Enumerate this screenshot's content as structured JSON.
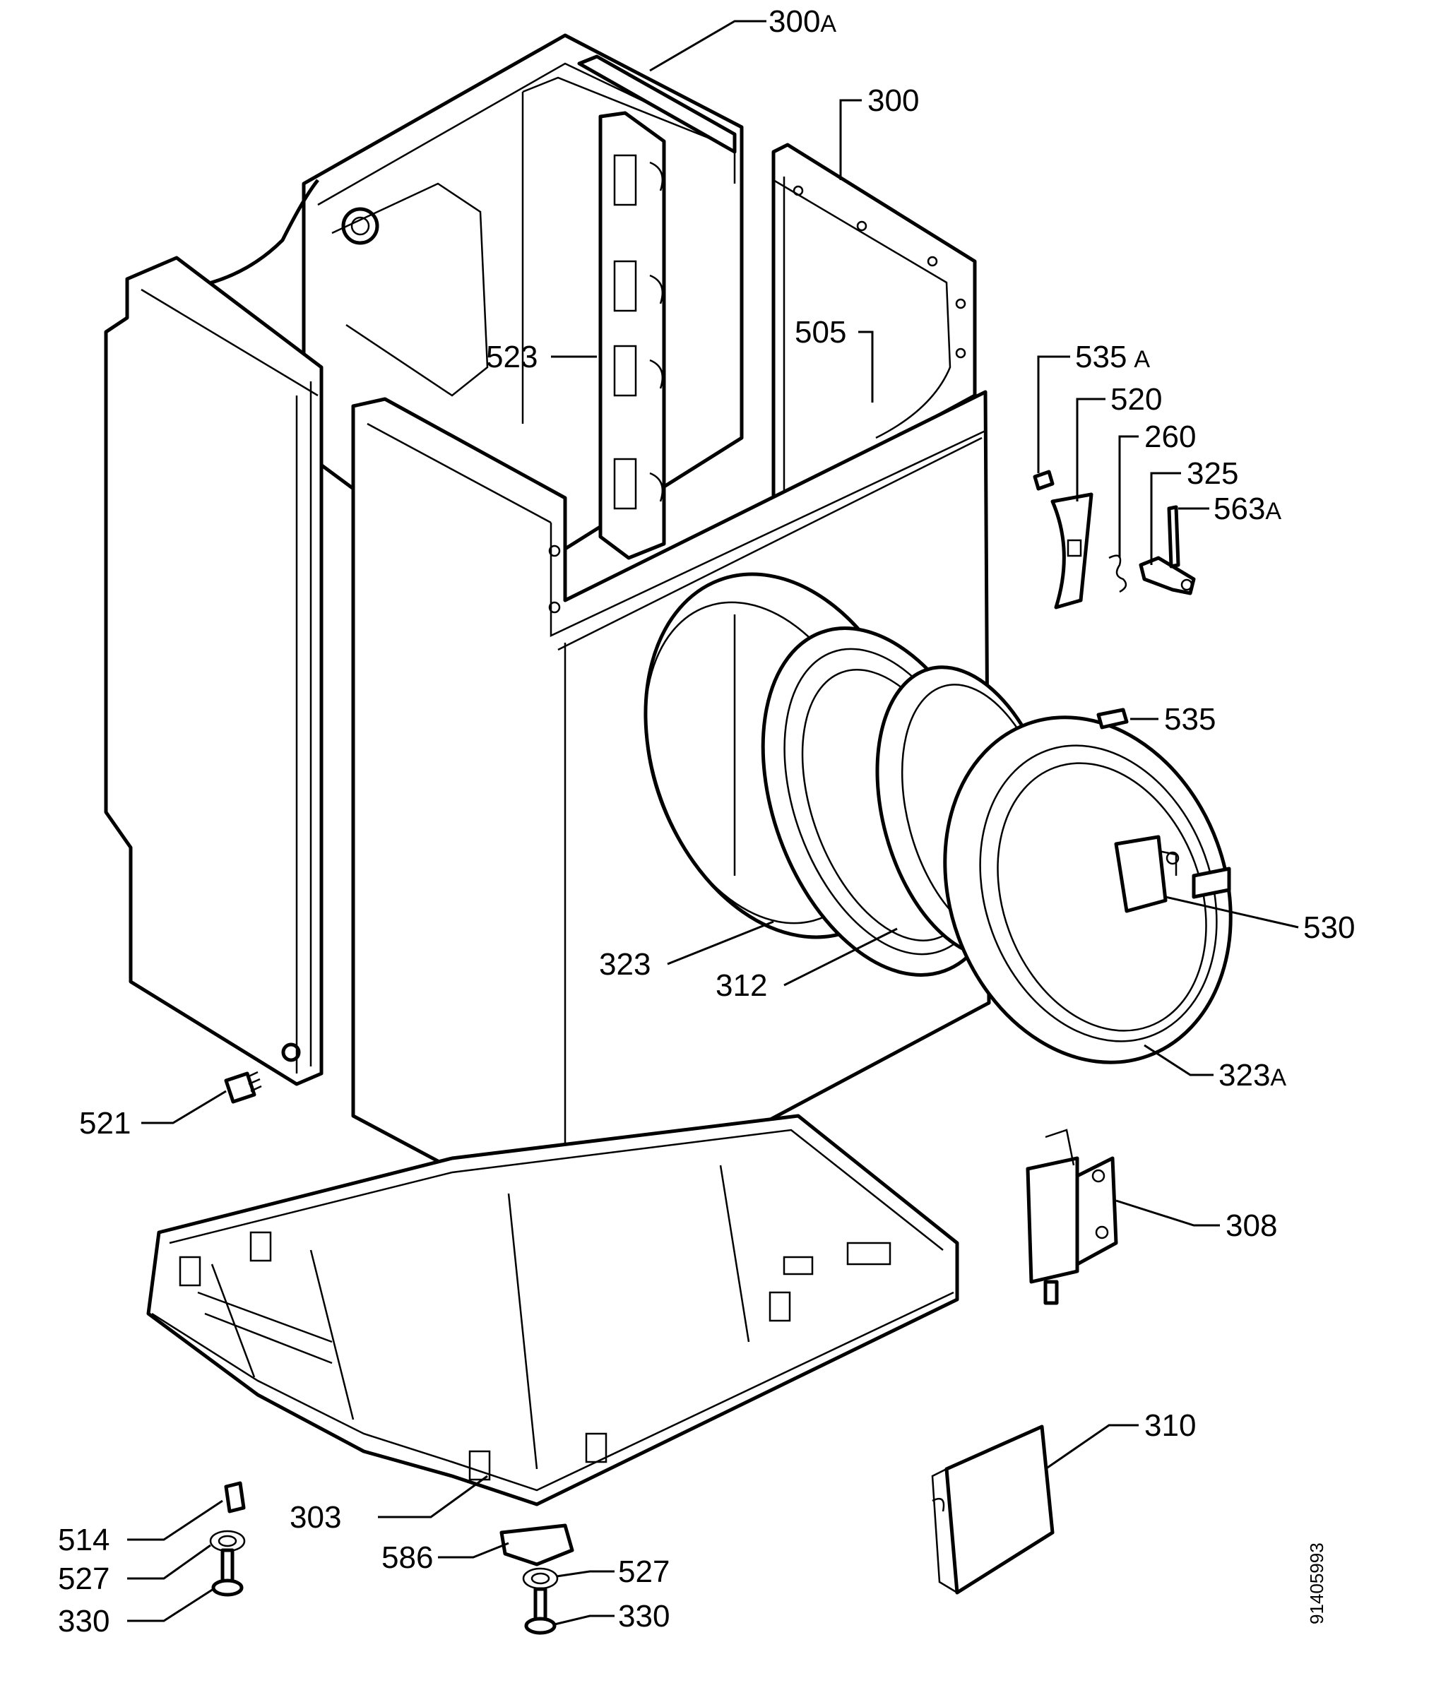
{
  "diagram": {
    "drawing_code": "91405993",
    "labels": [
      {
        "id": "300A",
        "num": "300",
        "suffix": "A"
      },
      {
        "id": "300",
        "num": "300",
        "suffix": ""
      },
      {
        "id": "523",
        "num": "523",
        "suffix": ""
      },
      {
        "id": "505",
        "num": "505",
        "suffix": ""
      },
      {
        "id": "535A",
        "num": "535",
        "suffix": "A"
      },
      {
        "id": "520",
        "num": "520",
        "suffix": ""
      },
      {
        "id": "260",
        "num": "260",
        "suffix": ""
      },
      {
        "id": "325",
        "num": "325",
        "suffix": ""
      },
      {
        "id": "563A",
        "num": "563",
        "suffix": "A"
      },
      {
        "id": "535",
        "num": "535",
        "suffix": ""
      },
      {
        "id": "530",
        "num": "530",
        "suffix": ""
      },
      {
        "id": "323",
        "num": "323",
        "suffix": ""
      },
      {
        "id": "312",
        "num": "312",
        "suffix": ""
      },
      {
        "id": "323A",
        "num": "323",
        "suffix": "A"
      },
      {
        "id": "521",
        "num": "521",
        "suffix": ""
      },
      {
        "id": "308",
        "num": "308",
        "suffix": ""
      },
      {
        "id": "310",
        "num": "310",
        "suffix": ""
      },
      {
        "id": "303",
        "num": "303",
        "suffix": ""
      },
      {
        "id": "514",
        "num": "514",
        "suffix": ""
      },
      {
        "id": "527L",
        "num": "527",
        "suffix": ""
      },
      {
        "id": "330L",
        "num": "330",
        "suffix": ""
      },
      {
        "id": "586",
        "num": "586",
        "suffix": ""
      },
      {
        "id": "527R",
        "num": "527",
        "suffix": ""
      },
      {
        "id": "330R",
        "num": "330",
        "suffix": ""
      }
    ]
  }
}
